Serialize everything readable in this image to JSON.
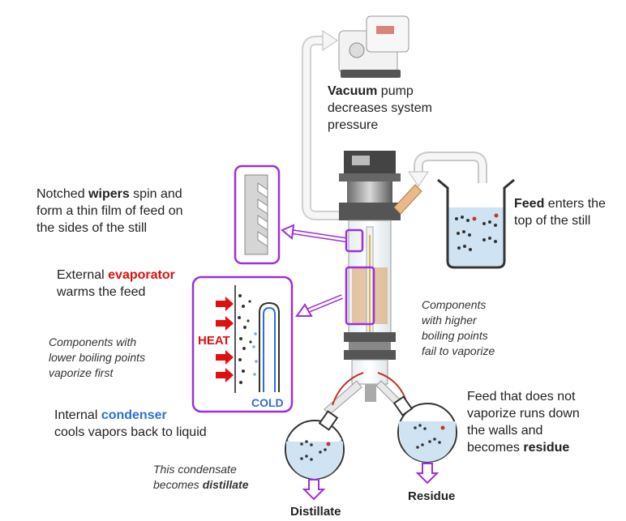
{
  "labels": {
    "vacuum": {
      "bold": "Vacuum",
      "rest1": " pump",
      "line2": "decreases system",
      "line3": "pressure"
    },
    "feed": {
      "bold": "Feed",
      "rest1": " enters the",
      "line2": "top of the still"
    },
    "wipers": {
      "line1a": "Notched ",
      "bold": "wipers",
      "line1b": " spin and",
      "line2": "form a thin film of feed on",
      "line3": "the sides of the still"
    },
    "evaporator": {
      "line1a": "External ",
      "bold": "evaporator",
      "line2": "warms the feed"
    },
    "lower_bp": {
      "line1": "Components with",
      "line2": "lower boiling points",
      "line3": "vaporize first"
    },
    "higher_bp": {
      "line1": "Components",
      "line2": "with higher",
      "line3": "boiling points",
      "line4": "fail to vaporize"
    },
    "condenser": {
      "line1a": "Internal ",
      "bold": "condenser",
      "line2": "cools vapors back to liquid"
    },
    "residue_desc": {
      "line1": "Feed that does not",
      "line2": "vaporize runs down",
      "line3": "the walls and",
      "line4a": "becomes ",
      "bold": "residue"
    },
    "condensate": {
      "line1": "This condensate",
      "line2a": "becomes ",
      "bold": "distillate"
    }
  },
  "inset": {
    "heat": "HEAT",
    "cold": "COLD"
  },
  "outputs": {
    "distillate": "Distillate",
    "residue": "Residue"
  },
  "colors": {
    "accent_purple": "#9b30d9",
    "heat_red": "#e01010",
    "cold_blue": "#2f6fd6",
    "glass_liquid": "#cfe3f3"
  }
}
